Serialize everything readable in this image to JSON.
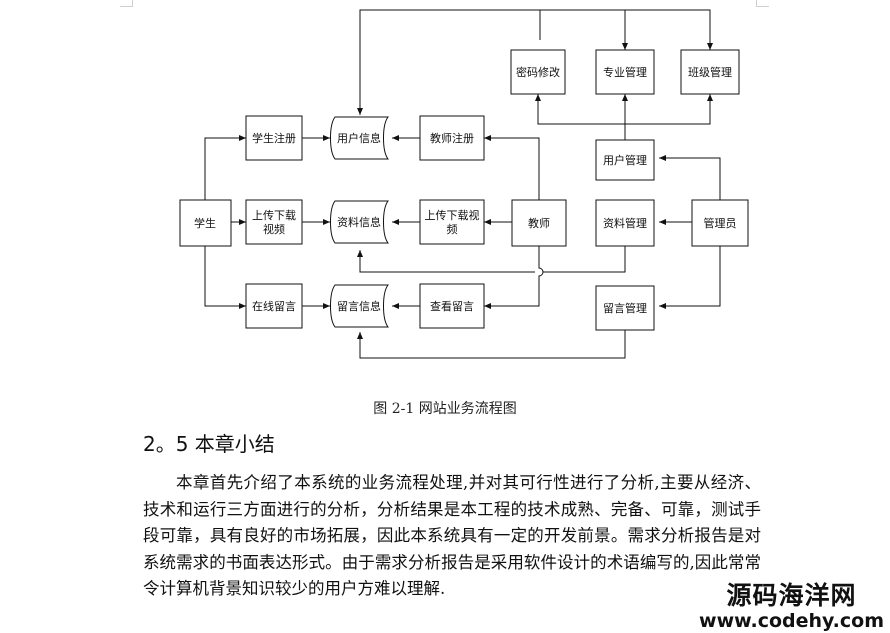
{
  "diagram": {
    "nodes": {
      "password_modify": "密码修改",
      "major_manage": "专业管理",
      "class_manage": "班级管理",
      "student_register": "学生注册",
      "user_info": "用户信息",
      "teacher_register": "教师注册",
      "user_manage": "用户管理",
      "student": "学生",
      "upload_download_student": [
        "上传下载",
        "视频"
      ],
      "material_info": "资料信息",
      "upload_download_teacher": [
        "上传下载视",
        "频"
      ],
      "teacher": "教师",
      "material_manage": "资料管理",
      "admin": "管理员",
      "online_message": "在线留言",
      "message_info": "留言信息",
      "view_message": "查看留言",
      "message_manage": "留言管理"
    },
    "caption": "图 2-1  网站业务流程图"
  },
  "section": {
    "heading": "2。5  本章小结",
    "paragraph": "本章首先介绍了本系统的业务流程处理,并对其可行性进行了分析,主要从经济、技术和运行三方面进行的分析，分析结果是本工程的技术成熟、完备、可靠，测试手段可靠，具有良好的市场拓展，因此本系统具有一定的开发前景。需求分析报告是对系统需求的书面表达形式。由于需求分析报告是采用软件设计的术语编写的,因此常常令计算机背景知识较少的用户方难以理解."
  },
  "watermark": {
    "name": "源码海洋网",
    "url": "www.codehy.com"
  }
}
